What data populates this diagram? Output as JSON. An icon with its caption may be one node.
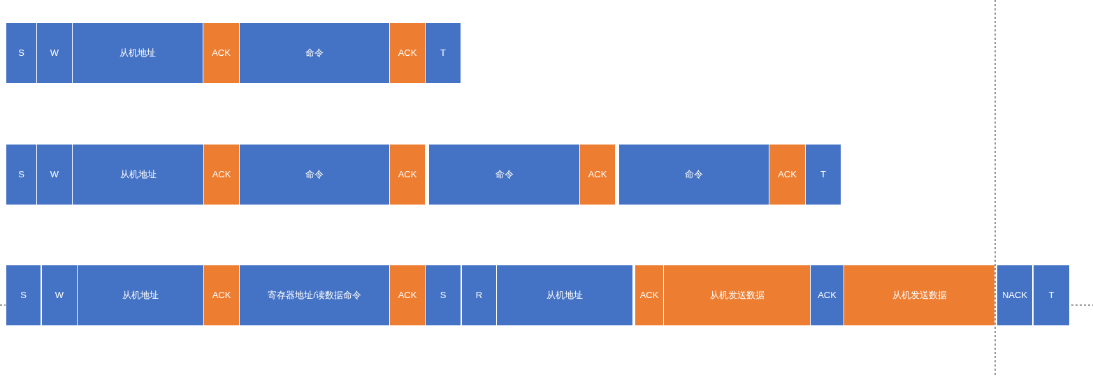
{
  "diagram": {
    "nodes": [
      {
        "text": [
          "S"
        ]
      },
      {
        "text": [
          "W"
        ]
      },
      {
        "text": [
          "从机地址"
        ]
      },
      {
        "text": [
          "ACK"
        ]
      },
      {
        "text": [
          "命令"
        ]
      },
      {
        "text": [
          "ACK"
        ]
      },
      {
        "text": [
          "T"
        ]
      },
      {
        "text": [
          "S"
        ]
      },
      {
        "text": [
          "W"
        ]
      },
      {
        "text": [
          "从机地址"
        ]
      },
      {
        "text": [
          "ACK"
        ]
      },
      {
        "text": [
          "命令"
        ]
      },
      {
        "text": [
          "ACK"
        ]
      },
      {
        "text": [
          "命令"
        ]
      },
      {
        "text": [
          "ACK"
        ]
      },
      {
        "text": [
          "命令"
        ]
      },
      {
        "text": [
          "ACK"
        ]
      },
      {
        "text": [
          "T"
        ]
      },
      {
        "text": [
          "S"
        ]
      },
      {
        "text": [
          "W"
        ]
      },
      {
        "text": [
          "从机地址"
        ]
      },
      {
        "text": [
          "ACK"
        ]
      },
      {
        "text": [
          "寄存器地址/读数据命令"
        ]
      },
      {
        "text": [
          "ACK"
        ]
      },
      {
        "text": [
          "S"
        ]
      },
      {
        "text": [
          "R"
        ]
      },
      {
        "text": [
          "从机地址"
        ]
      },
      {
        "text": [
          "ACK"
        ]
      },
      {
        "text": [
          "从机发送数据"
        ]
      },
      {
        "text": [
          "ACK"
        ]
      },
      {
        "text": [
          "从机发送数据"
        ]
      },
      {
        "text": [
          "NACK"
        ]
      },
      {
        "text": [
          "T"
        ]
      }
    ]
  }
}
